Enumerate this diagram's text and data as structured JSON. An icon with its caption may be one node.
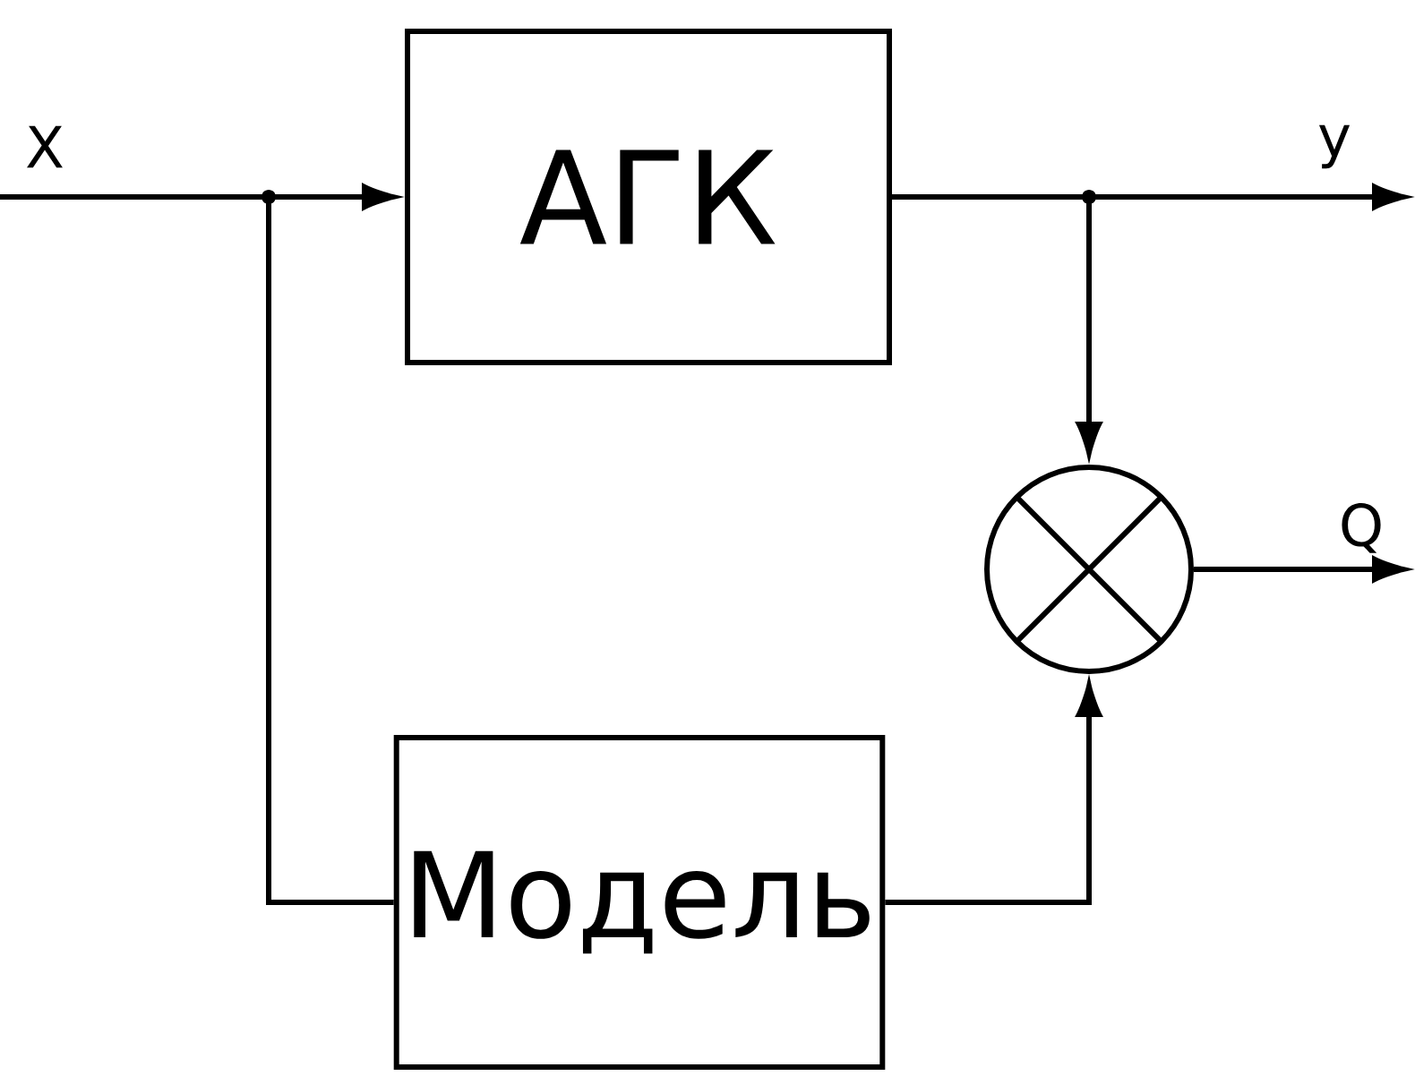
{
  "diagram": {
    "nodes": [
      {
        "text": [
          "АГК"
        ]
      },
      {
        "text": [
          "Модель"
        ]
      },
      {
        "text": [],
        "shape": "circle"
      }
    ],
    "edges": [
      {
        "from": null,
        "to": 0,
        "arrow": "to",
        "label": "X"
      },
      {
        "from": null,
        "to": 1,
        "arrow": "none"
      },
      {
        "from": 0,
        "to": null,
        "arrow": "to",
        "label": "y"
      },
      {
        "from": 0,
        "to": 2,
        "arrow": "to"
      },
      {
        "from": 1,
        "to": 2,
        "arrow": "to"
      },
      {
        "from": 2,
        "to": null,
        "arrow": "to",
        "label": "Q"
      }
    ]
  }
}
